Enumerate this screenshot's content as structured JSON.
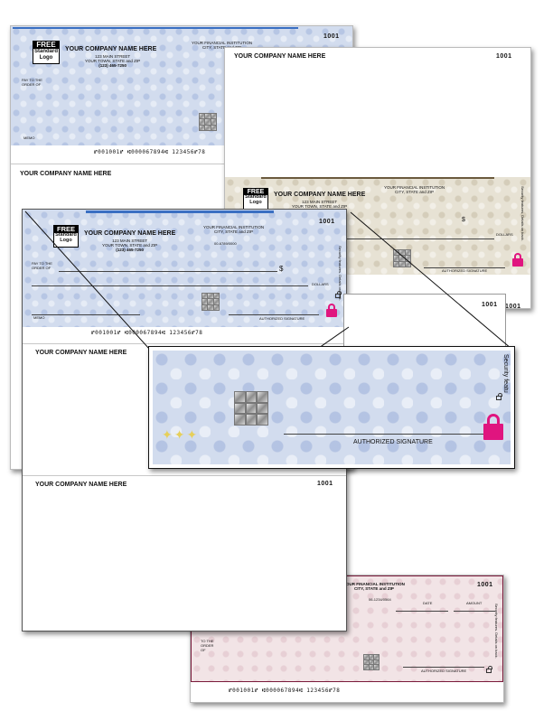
{
  "company_name": "YOUR COMPANY NAME HERE",
  "company_street": "123 MAIN STREET",
  "company_city": "YOUR TOWN, STATE and ZIP",
  "company_phone": "(123) 465-7250",
  "bank_name": "YOUR FINANCIAL INSTITUTION",
  "bank_city": "CITY, STATE and ZIP",
  "routing_fraction": "00-6789/0000",
  "routing_fraction_alt": "06-1234/0564",
  "check_number": "1001",
  "logo": {
    "free": "FREE",
    "standard": "Standard",
    "logo": "Logo"
  },
  "labels": {
    "pay_to": "PAY TO THE",
    "order_of": "ORDER OF",
    "memo": "MEMO",
    "dollars": "DOLLARS",
    "dollar_sign": "$",
    "authorized_signature": "AUTHORIZED SIGNATURE",
    "date": "DATE",
    "amount": "AMOUNT",
    "to_the": "TO THE",
    "order": "ORDER",
    "of": "OF",
    "security_features": "Security features. Details on back.",
    "security_short": "Security featu"
  },
  "micr_line": "⑈001001⑈ ⑆000067894⑆ 123456⑈78",
  "colors": {
    "blue_stripe": "#3a6fc2",
    "brown_stripe": "#6b5a3e",
    "burgundy": "#7a1a3a",
    "lock_pink": "#e0157f"
  }
}
